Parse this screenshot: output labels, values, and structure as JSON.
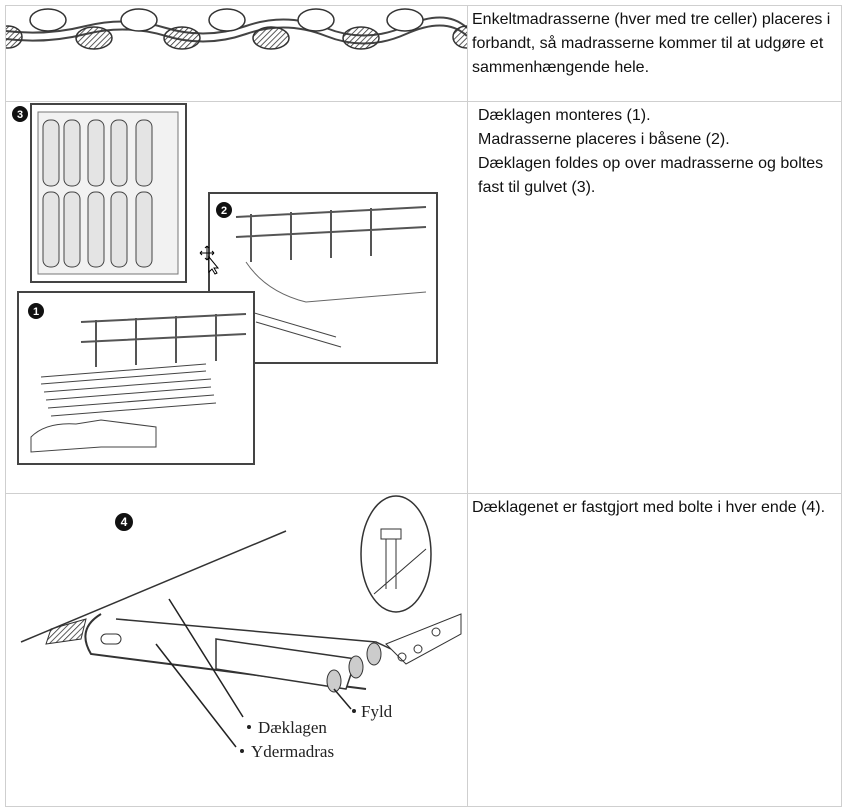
{
  "rows": [
    {
      "text": "Enkeltmadrasserne (hver med tre celler) placeres i forbandt, så madrasserne kommer til at udgøre et sammenhængende hele."
    },
    {
      "lines": [
        "Dæklagen monteres (1).",
        "Madrasserne placeres i båsene (2).",
        "Dæklagen foldes op over madrasserne og boltes fast til gulvet (3)."
      ],
      "step_markers": [
        "3",
        "2",
        "1"
      ]
    },
    {
      "text": "Dæklagenet er fastgjort med bolte i hver ende (4).",
      "step_marker": "4",
      "labels": {
        "cover": "Dæklagen",
        "outer": "Ydermadras",
        "fill": "Fyld"
      }
    }
  ]
}
